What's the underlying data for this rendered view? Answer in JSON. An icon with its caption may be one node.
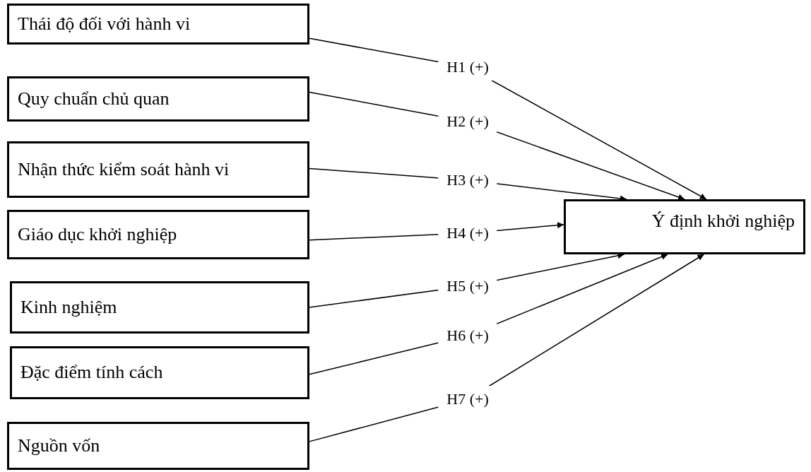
{
  "diagram": {
    "nodes": [
      {
        "text": [
          "Thái độ đối với hành vi"
        ]
      },
      {
        "text": [
          "Quy chuẩn chủ quan"
        ]
      },
      {
        "text": [
          "Nhận thức kiểm soát hành vi"
        ]
      },
      {
        "text": [
          "Giáo dục khởi nghiệp"
        ]
      },
      {
        "text": [
          "Kinh nghiệm"
        ]
      },
      {
        "text": [
          "Đặc điểm tính cách"
        ]
      },
      {
        "text": [
          "Nguồn vốn"
        ]
      },
      {
        "text": [
          "Ý định khởi nghiệp"
        ]
      }
    ],
    "edges": [
      {
        "from": 0,
        "to": 7,
        "arrow": "to",
        "label": "H1 (+)"
      },
      {
        "from": 1,
        "to": 7,
        "arrow": "to",
        "label": "H2 (+)"
      },
      {
        "from": 2,
        "to": 7,
        "arrow": "to",
        "label": "H3 (+)"
      },
      {
        "from": 3,
        "to": 7,
        "arrow": "to",
        "label": "H4 (+)"
      },
      {
        "from": 4,
        "to": 7,
        "arrow": "to",
        "label": "H5 (+)"
      },
      {
        "from": 5,
        "to": 7,
        "arrow": "to",
        "label": "H6 (+)"
      },
      {
        "from": 6,
        "to": 7,
        "arrow": "to",
        "label": "H7 (+)"
      }
    ]
  }
}
